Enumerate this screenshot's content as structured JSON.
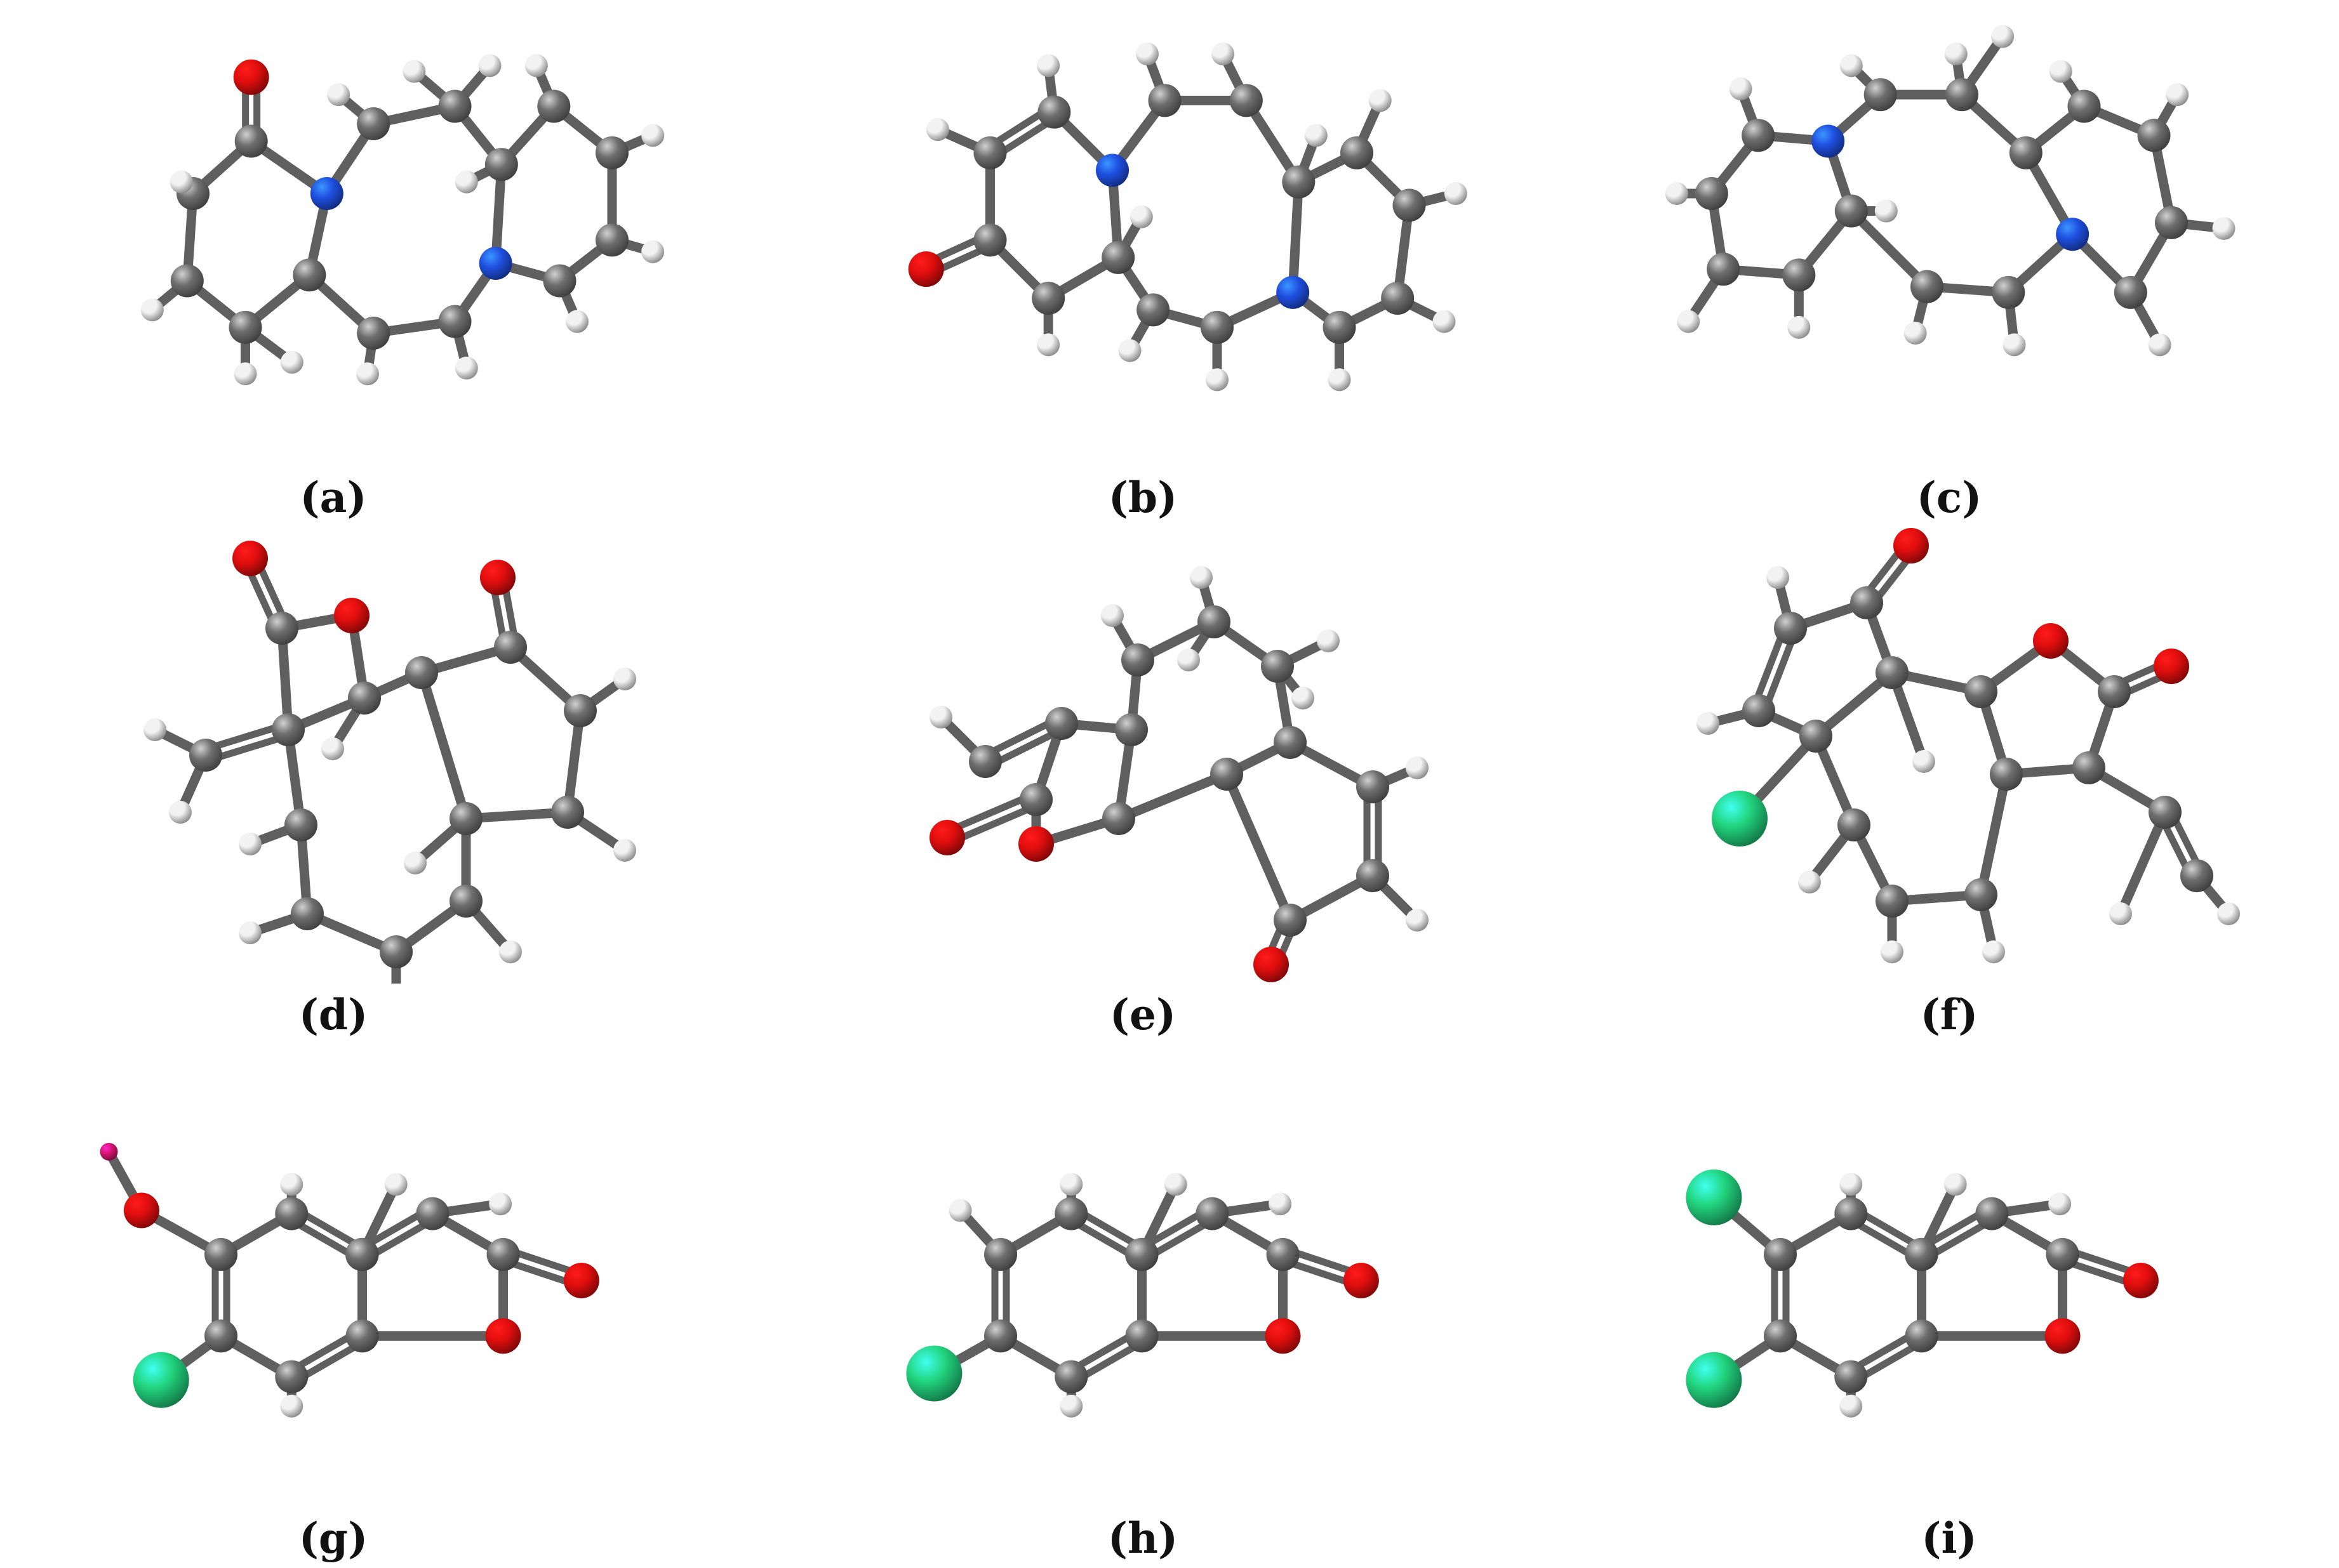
{
  "atom_colors": {
    "C": "#6e6e6e",
    "H": "#f2f2f2",
    "N": "#1f4fe0",
    "O": "#e10e0e",
    "Cl": "#22d67f",
    "I": "#d4146e"
  },
  "panels": [
    {
      "label": "(a)"
    },
    {
      "label": "(b)"
    },
    {
      "label": "(c)"
    },
    {
      "label": "(d)"
    },
    {
      "label": "(e)"
    },
    {
      "label": "(f)"
    },
    {
      "label": "(g)"
    },
    {
      "label": "(h)"
    },
    {
      "label": "(i)"
    }
  ]
}
